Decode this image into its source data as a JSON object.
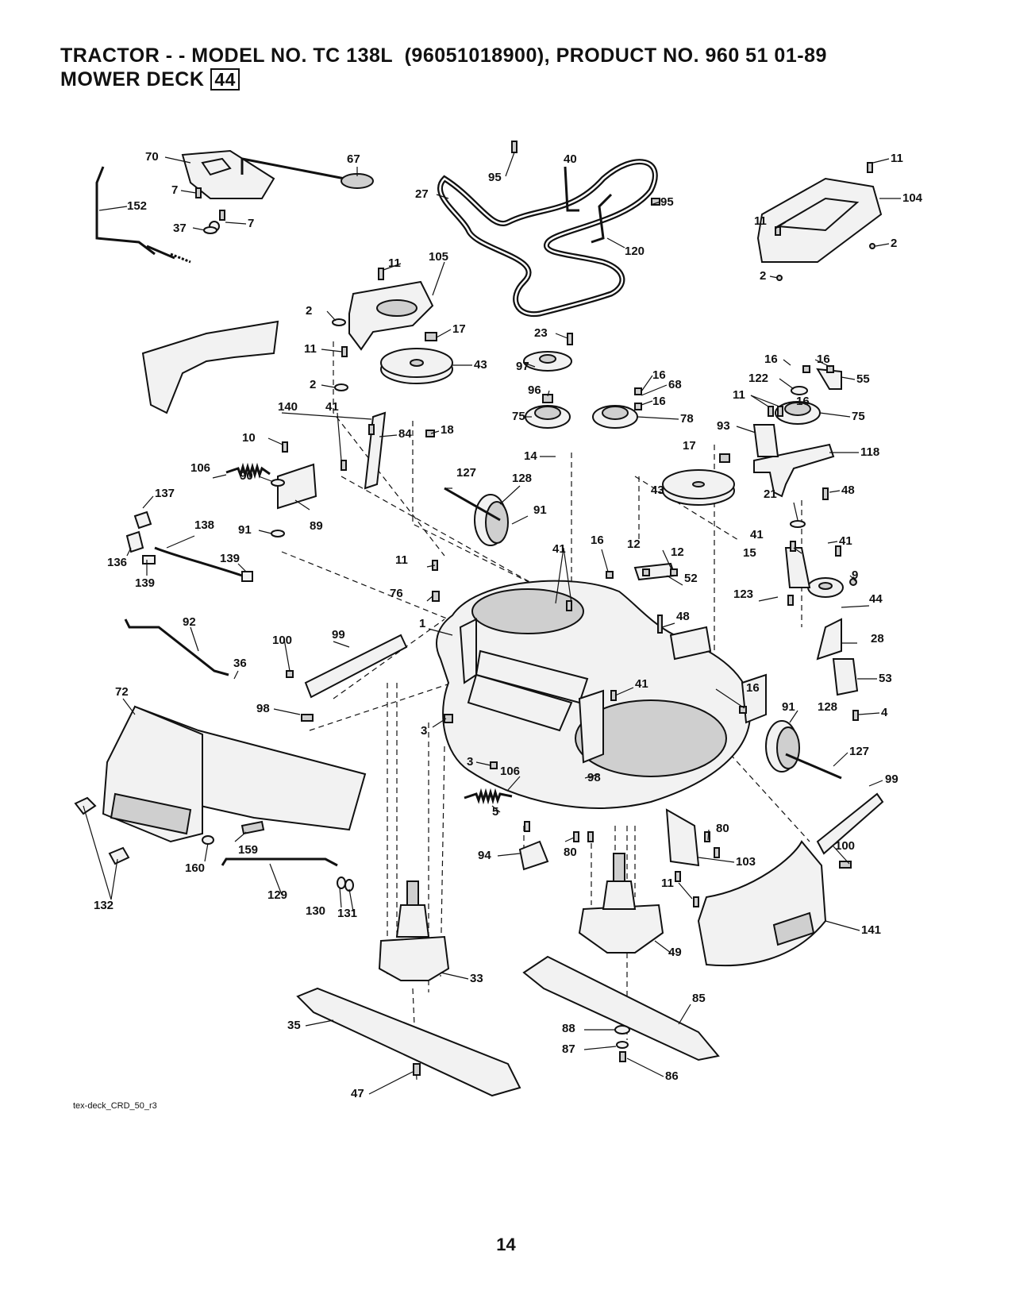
{
  "header": {
    "line1": "TRACTOR - - MODEL NO. TC 138L  (96051018900), PRODUCT NO. 960 51 01-89",
    "line2": "MOWER DECK",
    "section_number": "44"
  },
  "source_file": "tex-deck_CRD_50_r3",
  "page_number": "14",
  "callouts": [
    "70",
    "67",
    "7",
    "152",
    "37",
    "95",
    "40",
    "27",
    "120",
    "11",
    "104",
    "2",
    "105",
    "17",
    "23",
    "43",
    "97",
    "96",
    "75",
    "78",
    "68",
    "16",
    "122",
    "55",
    "93",
    "118",
    "140",
    "41",
    "84",
    "18",
    "10",
    "106",
    "90",
    "89",
    "137",
    "138",
    "136",
    "139",
    "91",
    "127",
    "128",
    "14",
    "21",
    "48",
    "9",
    "44",
    "15",
    "123",
    "12",
    "52",
    "76",
    "1",
    "92",
    "100",
    "99",
    "36",
    "72",
    "98",
    "3",
    "5",
    "94",
    "80",
    "103",
    "141",
    "159",
    "160",
    "132",
    "129",
    "130",
    "131",
    "33",
    "35",
    "47",
    "49",
    "85",
    "88",
    "87",
    "86",
    "28",
    "53",
    "4"
  ]
}
